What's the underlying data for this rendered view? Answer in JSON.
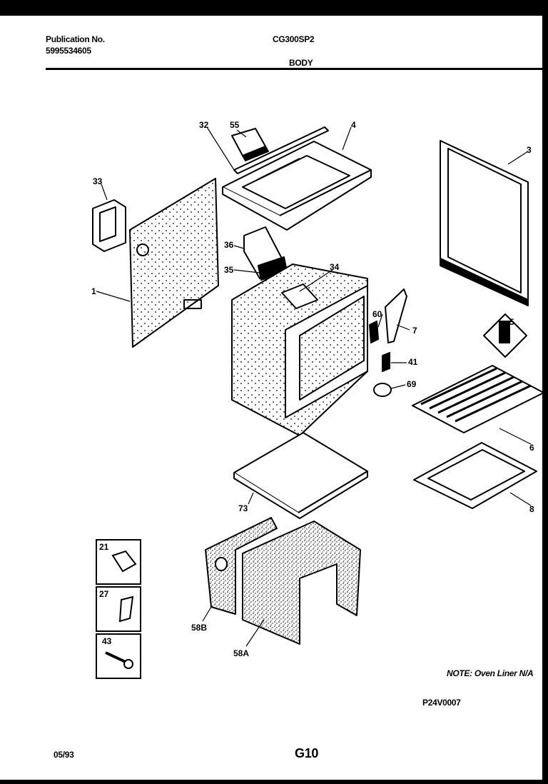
{
  "header": {
    "publication_label": "Publication No.",
    "publication_number": "5995534605",
    "model": "CG300SP2",
    "section": "BODY"
  },
  "callouts": [
    "32",
    "55",
    "4",
    "3",
    "33",
    "36",
    "35",
    "34",
    "1",
    "60",
    "7",
    "5",
    "41",
    "69",
    "6",
    "73",
    "8",
    "21",
    "27",
    "43",
    "58B",
    "58A"
  ],
  "note": "NOTE: Oven Liner N/A",
  "figure_code": "P24V0007",
  "footer": {
    "date": "05/93",
    "page": "G10"
  }
}
